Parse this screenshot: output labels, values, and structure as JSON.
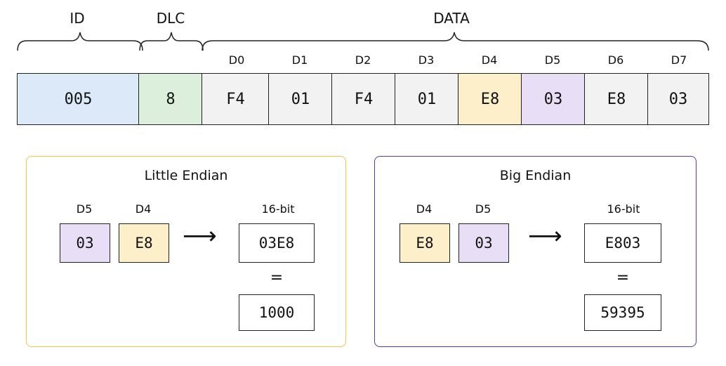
{
  "frame": {
    "headers": {
      "id": "ID",
      "dlc": "DLC",
      "data": "DATA"
    },
    "byte_labels": [
      "D0",
      "D1",
      "D2",
      "D3",
      "D4",
      "D5",
      "D6",
      "D7"
    ],
    "id_value": "005",
    "dlc_value": "8",
    "data_values": [
      "F4",
      "01",
      "F4",
      "01",
      "E8",
      "03",
      "E8",
      "03"
    ]
  },
  "little_endian": {
    "title": "Little Endian",
    "byte_labels": [
      "D5",
      "D4"
    ],
    "byte_values": [
      "03",
      "E8"
    ],
    "arrow": "⟶",
    "result_label": "16-bit",
    "hex_result": "03E8",
    "equals": "=",
    "decimal_result": "1000"
  },
  "big_endian": {
    "title": "Big Endian",
    "byte_labels": [
      "D4",
      "D5"
    ],
    "byte_values": [
      "E8",
      "03"
    ],
    "arrow": "⟶",
    "result_label": "16-bit",
    "hex_result": "E803",
    "equals": "=",
    "decimal_result": "59395"
  },
  "colors": {
    "id_fill": "#dce9f9",
    "dlc_fill": "#dbefdc",
    "data_fill": "#f2f2f2",
    "d4_fill": "#fcefc9",
    "d5_fill": "#e8dff6",
    "little_endian_border": "#f2c14e",
    "big_endian_border": "#5b3a9b"
  }
}
